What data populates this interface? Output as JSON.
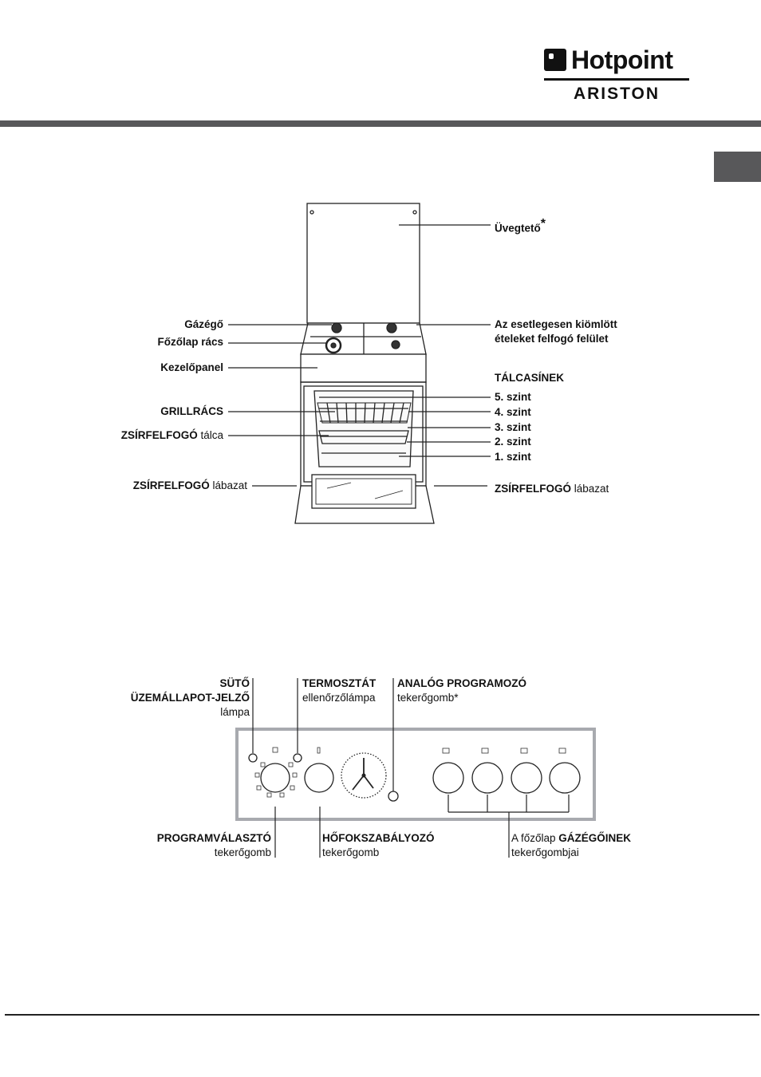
{
  "brand": {
    "name": "Hotpoint",
    "sub": "ARISTON"
  },
  "oven_diagram": {
    "left_labels": [
      {
        "strong": "Gázégő",
        "rest": ""
      },
      {
        "strong": "Főzőlap rács",
        "rest": ""
      },
      {
        "strong": "Kezelőpanel",
        "rest": ""
      },
      {
        "strong": "GRILLRÁCS",
        "rest": ""
      },
      {
        "strong": "ZSÍRFELFOGÓ",
        "rest": " tálca"
      },
      {
        "strong": "ZSÍRFELFOGÓ",
        "rest": " lábazat"
      }
    ],
    "glass_lid": {
      "text": "Üvegtető",
      "mark": "*"
    },
    "spill_tray": {
      "line1": "Az esetlegesen kiömlött",
      "line2": "ételeket felfogó felület"
    },
    "rails_heading": "TÁLCASÍNEK",
    "levels": [
      "5. szint",
      "4. szint",
      "3. szint",
      "2. szint",
      "1. szint"
    ],
    "right_foot": {
      "strong": "ZSÍRFELFOGÓ",
      "rest": " lábazat"
    }
  },
  "control_panel": {
    "oven_lamp": {
      "line1": "SÜTŐ",
      "line2": "ÜZEMÁLLAPOT-JELZŐ",
      "line3": "lámpa"
    },
    "thermostat": {
      "line1": "TERMOSZTÁT",
      "line2": "ellenőrzőlámpa"
    },
    "programmer": {
      "line1": "ANALÓG PROGRAMOZÓ",
      "line2": "tekerőgomb*"
    },
    "selector": {
      "line1": "PROGRAMVÁLASZTÓ",
      "line2": "tekerőgomb"
    },
    "temperature": {
      "line1": "HŐFOKSZABÁLYOZÓ",
      "line2": "tekerőgomb"
    },
    "hob": {
      "pre": "A főzőlap ",
      "strong": "GÁZÉGŐINEK",
      "line2": "tekerőgombjai"
    }
  }
}
